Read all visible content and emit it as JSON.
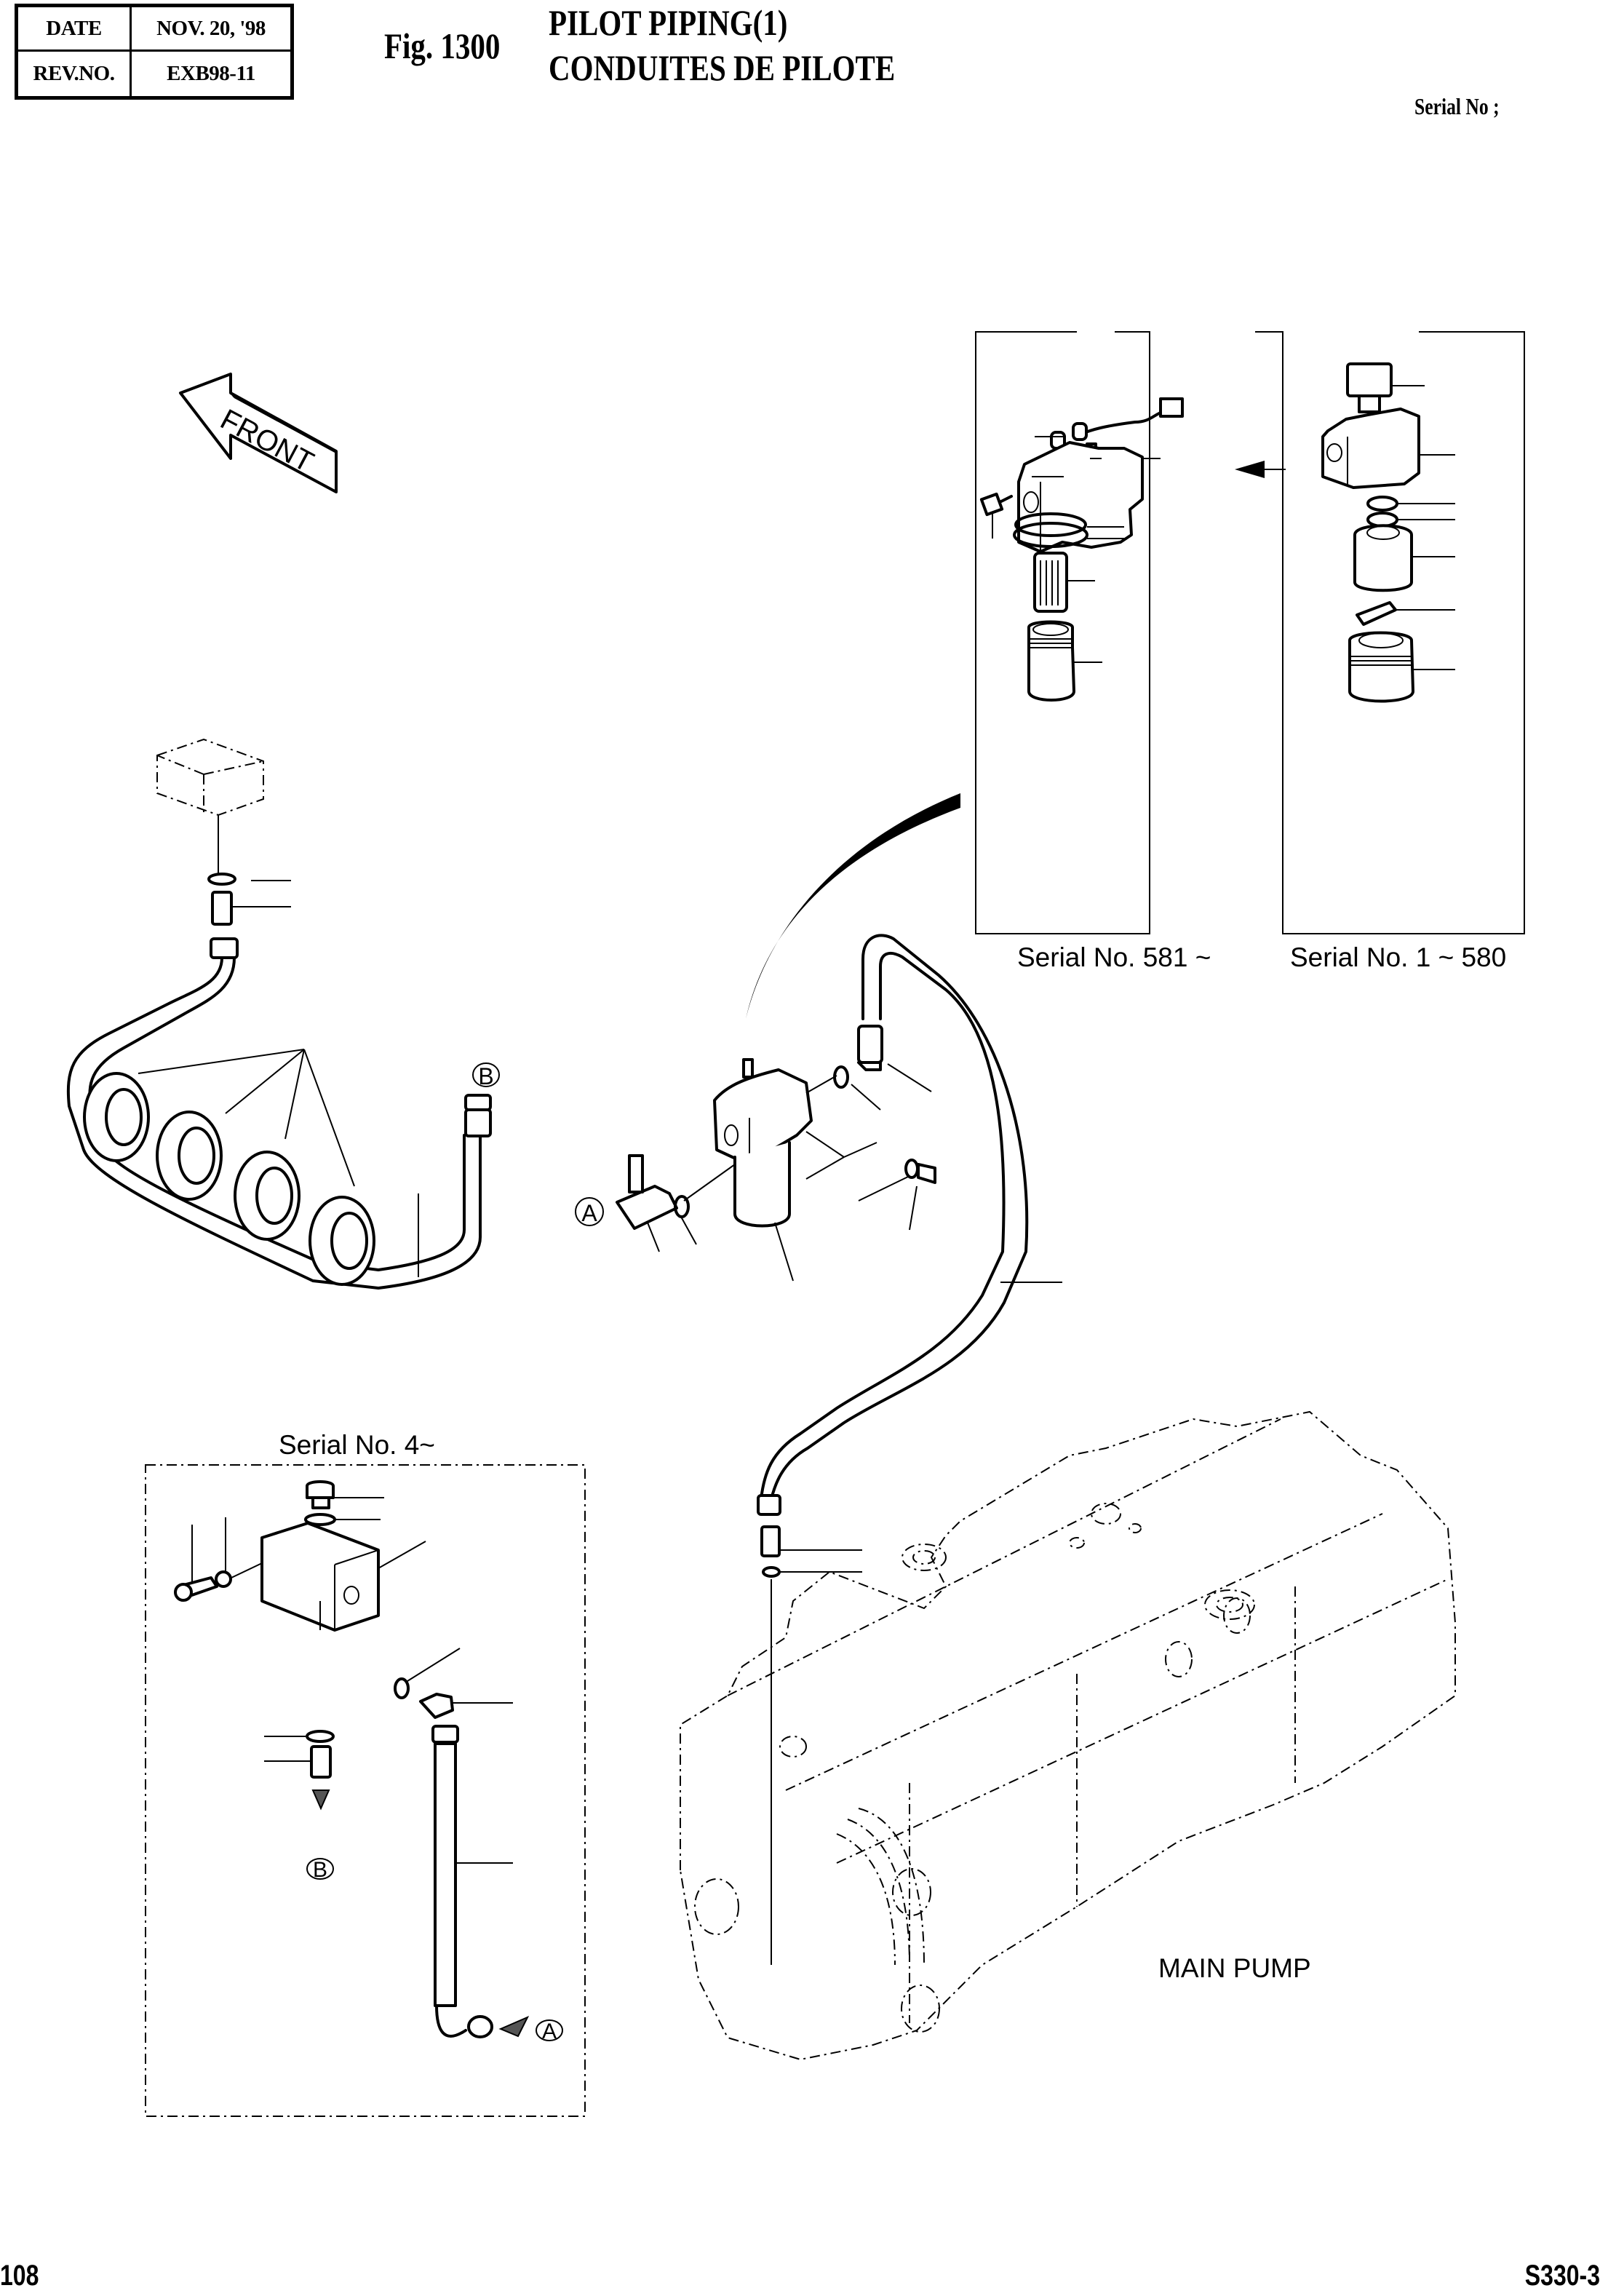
{
  "header": {
    "date_label": "DATE",
    "date_value": "NOV.  20, '98",
    "rev_label": "REV.NO.",
    "rev_value": "EXB98-11",
    "figure_number": "Fig. 1300",
    "title_en": "PILOT PIPING(1)",
    "title_fr": "CONDUITES DE PILOTE",
    "serial_label": "Serial No ;"
  },
  "diagram": {
    "direction_label": "FRONT",
    "callouts": {
      "a": "A",
      "b": "B"
    },
    "insets": [
      {
        "id": "filter-new",
        "caption": "Serial No. 581 ~"
      },
      {
        "id": "filter-old",
        "caption": "Serial No. 1 ~ 580"
      },
      {
        "id": "block-serial4",
        "caption": "Serial No. 4~"
      }
    ],
    "component_labels": {
      "main_pump": "MAIN PUMP"
    }
  },
  "footer": {
    "page_number": "108",
    "model": "S330-3"
  }
}
